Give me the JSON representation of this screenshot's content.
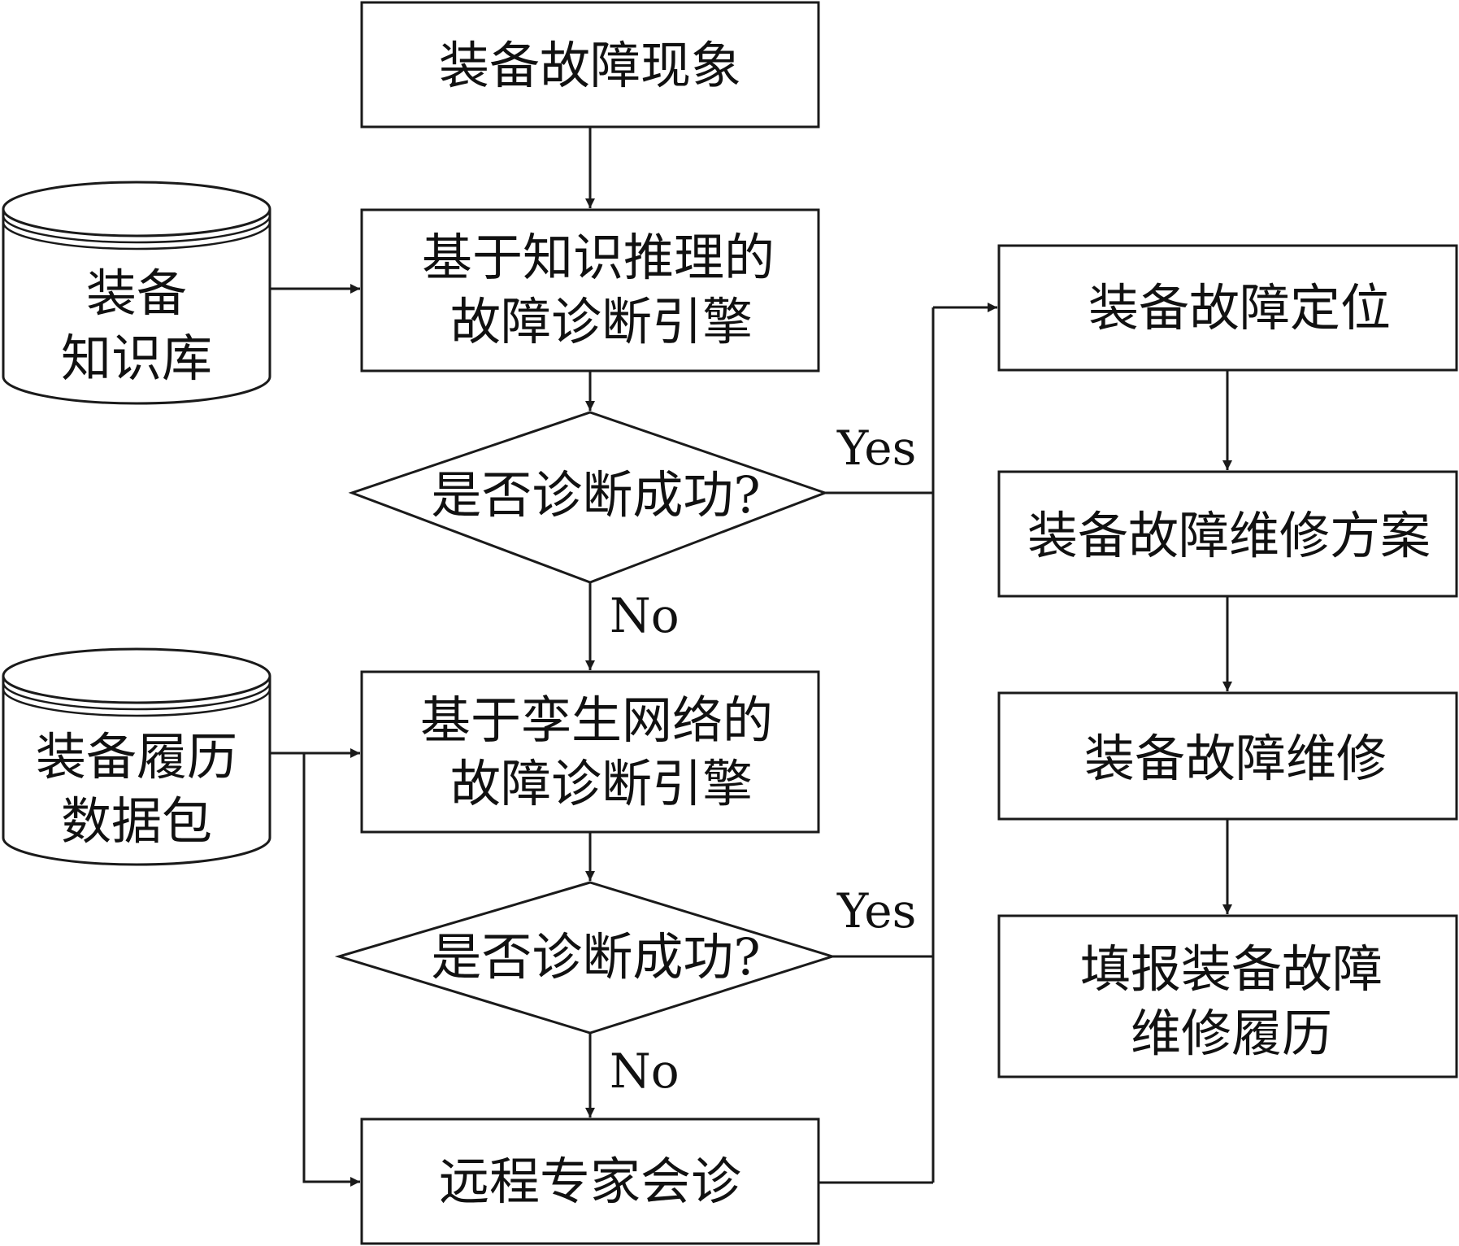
{
  "flowchart": {
    "stroke_color": "#1a1a1a",
    "background": "#ffffff",
    "nodes": {
      "fault_phenomenon": {
        "shape": "process",
        "lines": [
          "装备故障现象"
        ]
      },
      "knowledge_base": {
        "shape": "database",
        "lines": [
          "装备",
          "知识库"
        ]
      },
      "knowledge_engine": {
        "shape": "process",
        "lines": [
          "基于知识推理的",
          "故障诊断引擎"
        ]
      },
      "decision_1": {
        "shape": "decision",
        "lines": [
          "是否诊断成功?"
        ]
      },
      "history_package": {
        "shape": "database",
        "lines": [
          "装备履历",
          "数据包"
        ]
      },
      "twin_engine": {
        "shape": "process",
        "lines": [
          "基于孪生网络的",
          "故障诊断引擎"
        ]
      },
      "decision_2": {
        "shape": "decision",
        "lines": [
          "是否诊断成功?"
        ]
      },
      "remote_consultation": {
        "shape": "process",
        "lines": [
          "远程专家会诊"
        ]
      },
      "fault_location": {
        "shape": "process",
        "lines": [
          "装备故障定位"
        ]
      },
      "repair_plan": {
        "shape": "process",
        "lines": [
          "装备故障维修方案"
        ]
      },
      "repair": {
        "shape": "process",
        "lines": [
          "装备故障维修"
        ]
      },
      "fill_history": {
        "shape": "process",
        "lines": [
          "填报装备故障",
          "维修履历"
        ]
      }
    },
    "edge_labels": {
      "yes_1": "Yes",
      "no_1": "No",
      "yes_2": "Yes",
      "no_2": "No"
    }
  }
}
